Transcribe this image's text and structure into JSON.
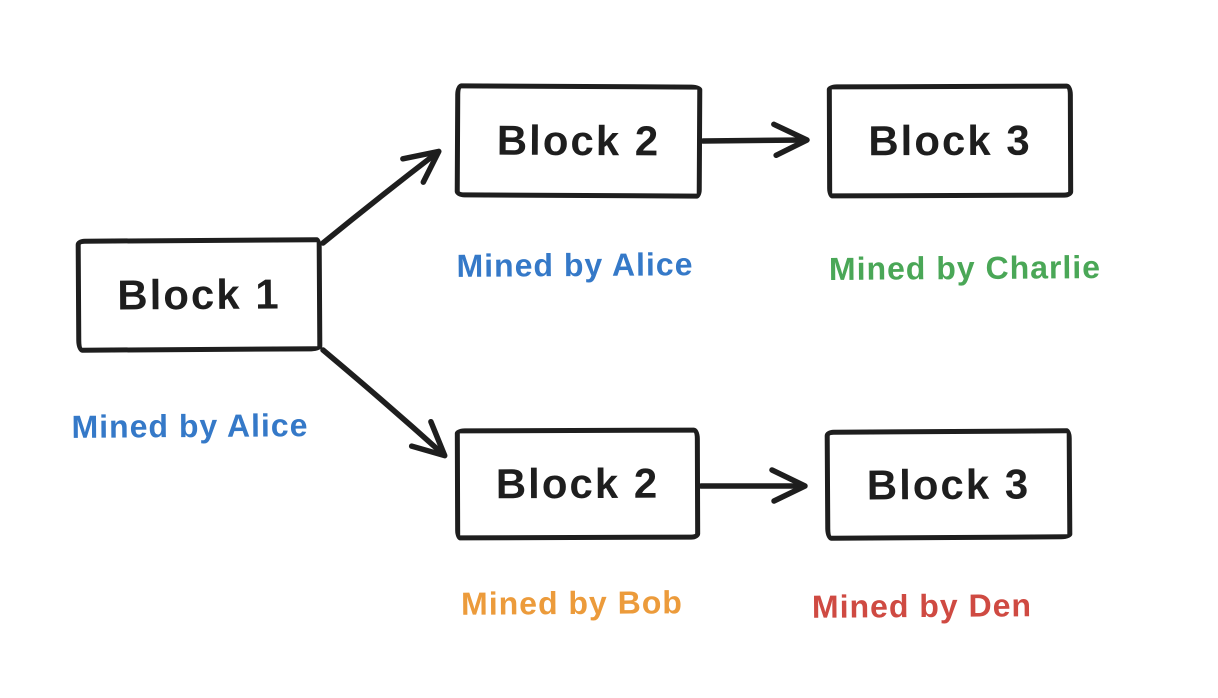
{
  "diagram": {
    "title": "Blockchain fork diagram",
    "background": "#ffffff"
  },
  "colors": {
    "stroke": "#1e1e1e",
    "blue": "#3579c8",
    "green": "#4aa757",
    "orange": "#ec9b3b",
    "red": "#cf4a42"
  },
  "blocks": [
    {
      "id": "block-1",
      "label": "Block 1",
      "miner_label": "Mined by Alice",
      "miner_color": "blue"
    },
    {
      "id": "block-2-top",
      "label": "Block 2",
      "miner_label": "Mined by Alice",
      "miner_color": "blue"
    },
    {
      "id": "block-3-top",
      "label": "Block 3",
      "miner_label": "Mined by Charlie",
      "miner_color": "green"
    },
    {
      "id": "block-2-bottom",
      "label": "Block 2",
      "miner_label": "Mined by Bob",
      "miner_color": "orange"
    },
    {
      "id": "block-3-bottom",
      "label": "Block 3",
      "miner_label": "Mined by Den",
      "miner_color": "red"
    }
  ],
  "arrows": [
    {
      "from": "block-1",
      "to": "block-2-top"
    },
    {
      "from": "block-2-top",
      "to": "block-3-top"
    },
    {
      "from": "block-1",
      "to": "block-2-bottom"
    },
    {
      "from": "block-2-bottom",
      "to": "block-3-bottom"
    }
  ]
}
